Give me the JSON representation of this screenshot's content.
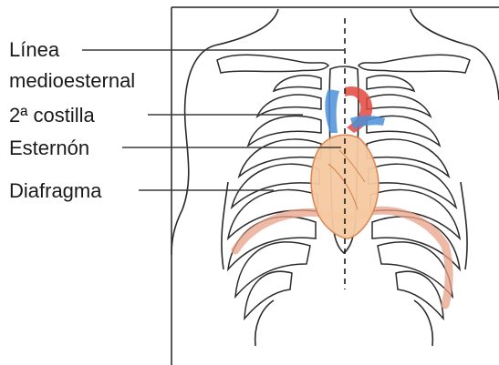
{
  "labels": {
    "midsternal_line_1": "Línea",
    "midsternal_line_2": "medioesternal",
    "second_rib": "2ª costilla",
    "sternum": "Esternón",
    "diaphragm": "Diafragma"
  },
  "colors": {
    "heart_fill": "#f4c9a0",
    "heart_stroke": "#d98a5a",
    "artery": "#e0483e",
    "vein": "#4b8fd8",
    "diaphragm": "#e8a38a",
    "lines": "#2b2b2b"
  }
}
